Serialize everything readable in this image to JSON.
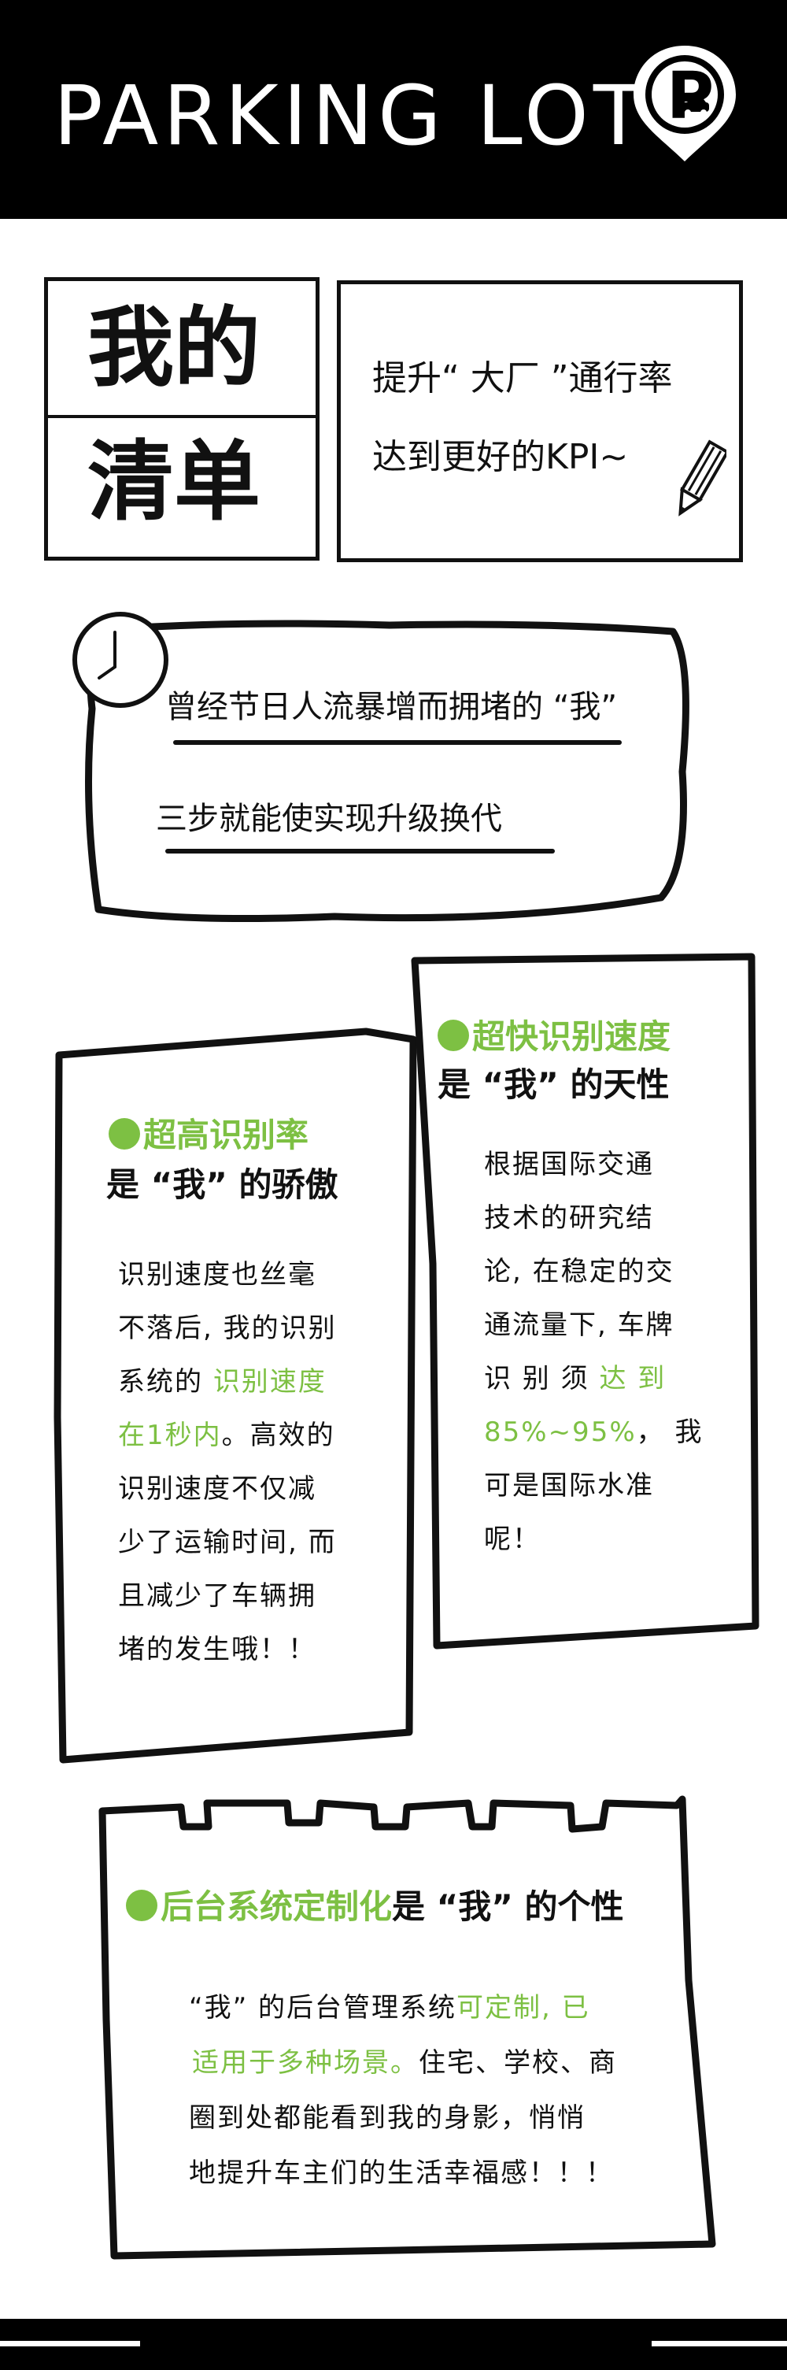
{
  "header": {
    "title": "PARKING LOT",
    "logo_letter": "P"
  },
  "list_box": {
    "title_line1": "我的",
    "title_line2": "清单"
  },
  "slogan": {
    "line1": "提升“ 大厂 ”通行率",
    "line2": "达到更好的KPI~"
  },
  "intro": {
    "line1": "曾经节日人流暴增而拥堵的 “我”",
    "line2": "三步就能使实现升级换代"
  },
  "card_left": {
    "title_green": "超高识别率",
    "title_black": "是 “我” 的骄傲",
    "lines": [
      {
        "black": "识别速度也丝毫",
        "green": ""
      },
      {
        "black": "不落后, 我的识别",
        "green": ""
      },
      {
        "black": "系统的 ",
        "green": "识别速度"
      },
      {
        "black": "。高效的",
        "green": "在1秒内",
        "green_first": true
      },
      {
        "black": "识别速度不仅减",
        "green": ""
      },
      {
        "black": "少了运输时间, 而",
        "green": ""
      },
      {
        "black": "且减少了车辆拥",
        "green": ""
      },
      {
        "black": "堵的发生哦！！",
        "green": ""
      }
    ]
  },
  "card_right": {
    "title_green": "超快识别速度",
    "title_black": "是 “我” 的天性",
    "lines": [
      {
        "black": "根据国际交通",
        "green": ""
      },
      {
        "black": "技术的研究结",
        "green": ""
      },
      {
        "black": "论, 在稳定的交",
        "green": ""
      },
      {
        "black": "通流量下, 车牌",
        "green": ""
      },
      {
        "black": "识 别 须 ",
        "green": "达 到"
      },
      {
        "black": "， 我",
        "green": "85%~95%",
        "green_first": true
      },
      {
        "black": "可是国际水准",
        "green": ""
      },
      {
        "black": "呢！",
        "green": ""
      }
    ]
  },
  "card_bottom": {
    "title_green": "后台系统定制化",
    "title_black": "是 “我” 的个性",
    "line1_black": "“我” 的后台管理系统",
    "line1_green": "可定制, 已",
    "line2_green": "适用于多种场景。",
    "line2_black": "住宅、学校、商",
    "line3": "圈到处都能看到我的身影，悄悄",
    "line4": "地提升车主们的生活幸福感！！！"
  },
  "icons": [
    "parking-pin-icon",
    "car-icon",
    "pencil-icon",
    "clock-icon"
  ],
  "colors": {
    "accent": "#7dc043",
    "ink": "#111111",
    "header_bg": "#000000"
  }
}
